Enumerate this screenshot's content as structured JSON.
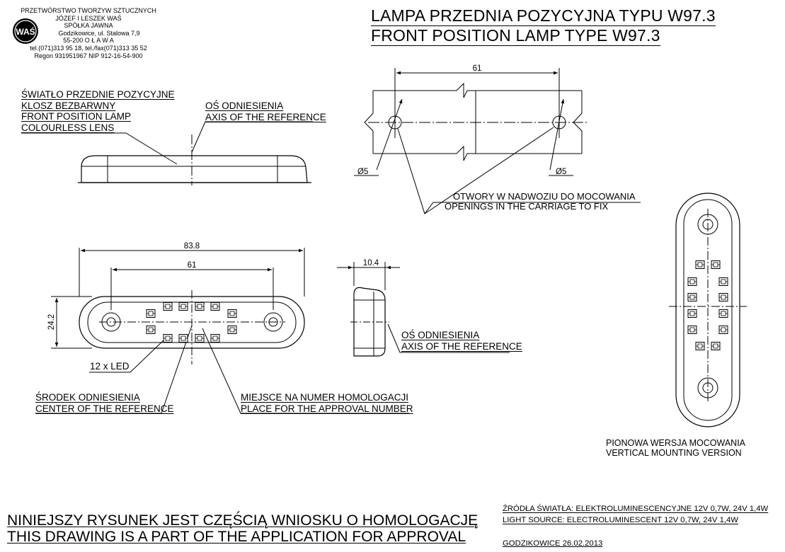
{
  "company": {
    "lines": [
      "PRZETWÓRSTWO TWORZYW SZTUCZNYCH",
      "JÓZEF I LESZEK WAŚ",
      "SPÓŁKA JAWNA",
      "Godzikowice, ul. Stalowa 7,9",
      "55-200   O Ł A W A",
      "tel.(071)313 95 18, tel./fax(071)313 35 52",
      "Regon 931951967 NIP 912-16-54-900"
    ],
    "logo_text": "WAŚ"
  },
  "title": {
    "pl": "LAMPA PRZEDNIA POZYCYJNA TYPU W97.3",
    "en": "FRONT POSITION LAMP TYPE W97.3"
  },
  "labels": {
    "lens": [
      "ŚWIATŁO PRZEDNIE POZYCYJNE",
      "KLOSZ BEZBARWNY",
      "FRONT POSITION LAMP",
      "COLOURLESS LENS"
    ],
    "axis_top": [
      "OŚ ODNIESIENIA",
      "AXIS OF THE REFERENCE"
    ],
    "axis_side": [
      "OŚ ODNIESIENIA",
      "AXIS OF THE REFERENCE"
    ],
    "openings": [
      "OTWORY W NADWOZIU DO MOCOWANIA",
      "OPENINGS IN THE CARRIAGE TO FIX"
    ],
    "leds": "12 x LED",
    "center": [
      "ŚRODEK ODNIESIENIA",
      "CENTER OF THE REFERENCE"
    ],
    "approval_place": [
      "MIEJSCE NA NUMER HOMOLOGACJI",
      "PLACE FOR THE APPROVAL NUMBER"
    ],
    "vertical": [
      "PIONOWA WERSJA MOCOWANIA",
      "VERTICAL MOUNTING VERSION"
    ]
  },
  "dimensions": {
    "hole_spacing_top": "61",
    "hole_dia_left": "Ø5",
    "hole_dia_right": "Ø5",
    "overall_length": "83.8",
    "hole_spacing_front": "61",
    "height": "24.2",
    "depth": "10.4"
  },
  "footer": {
    "pl": "NINIEJSZY RYSUNEK JEST CZĘŚCIĄ WNIOSKU O  HOMOLOGACJĘ",
    "en": "THIS DRAWING IS A PART OF THE APPLICATION FOR  APPROVAL",
    "source_pl": "ŹRÓDŁA ŚWIATŁA: ELEKTROLUMINESCENCYJNE  12V  0,7W, 24V  1,4W",
    "source_en": "LIGHT SOURCE: ELECTROLUMINESCENT  12V  0,7W, 24V  1,4W",
    "place_date": "GODZIKOWICE    26.02.2013"
  }
}
